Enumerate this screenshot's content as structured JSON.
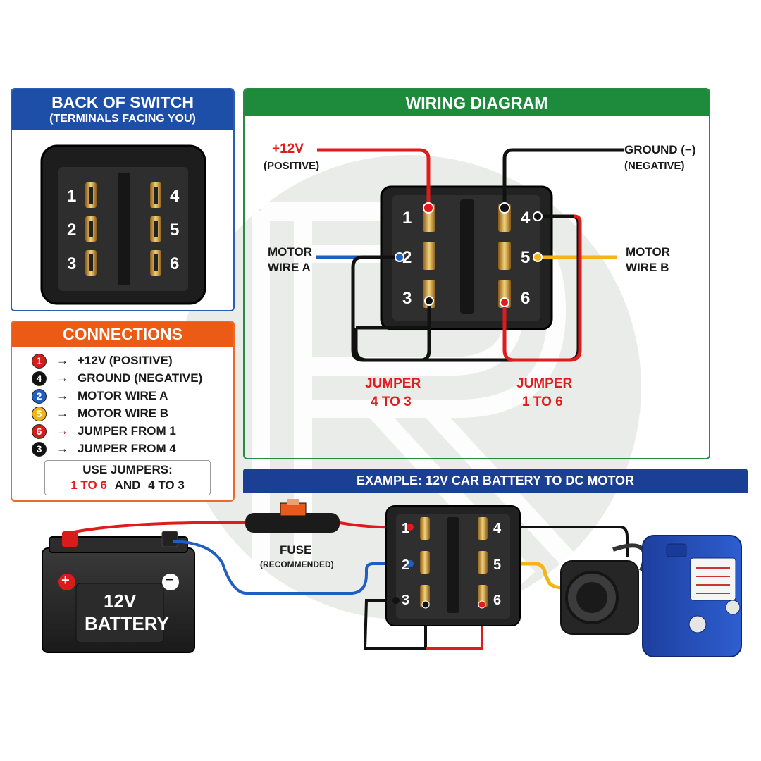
{
  "back_of_switch": {
    "title": "BACK OF SWITCH",
    "subtitle": "(TERMINALS FACING YOU)",
    "terminals": [
      "1",
      "2",
      "3",
      "4",
      "5",
      "6"
    ]
  },
  "wiring_diagram": {
    "title": "WIRING DIAGRAM",
    "plus12": "+12V",
    "positive": "(POSITIVE)",
    "ground": "GROUND (−)",
    "negative": "(NEGATIVE)",
    "motor_a_1": "MOTOR",
    "motor_a_2": "WIRE A",
    "motor_b_1": "MOTOR",
    "motor_b_2": "WIRE B",
    "jumper_left_1": "JUMPER",
    "jumper_left_2": "4 TO 3",
    "jumper_right_1": "JUMPER",
    "jumper_right_2": "1 TO 6",
    "terminals": [
      "1",
      "2",
      "3",
      "4",
      "5",
      "6"
    ]
  },
  "connections": {
    "title": "CONNECTIONS",
    "rows": [
      {
        "num": "1",
        "color": "#d81c1c",
        "text": "+12V (POSITIVE)"
      },
      {
        "num": "4",
        "color": "#111111",
        "text": "GROUND (NEGATIVE)"
      },
      {
        "num": "2",
        "color": "#1f5fc2",
        "text": "MOTOR WIRE A"
      },
      {
        "num": "5",
        "color": "#f2b417",
        "text": "MOTOR WIRE B"
      },
      {
        "num": "6",
        "color": "#d81c1c",
        "text": "JUMPER FROM 1"
      },
      {
        "num": "3",
        "color": "#111111",
        "text": "JUMPER FROM 4"
      }
    ],
    "arrow": "→",
    "use_jumpers": "USE JUMPERS:",
    "jumper_a": "1 TO 6",
    "and": "AND",
    "jumper_b": "4 TO 3"
  },
  "example": {
    "title": "EXAMPLE: 12V CAR BATTERY TO DC MOTOR",
    "fuse": "FUSE",
    "fuse_note": "(RECOMMENDED)",
    "battery_1": "12V",
    "battery_2": "BATTERY",
    "plus": "+",
    "minus": "−",
    "terminals": [
      "1",
      "2",
      "3",
      "4",
      "5",
      "6"
    ]
  },
  "colors": {
    "blue_header": "#1e4fa8",
    "green_header": "#1e8a3c",
    "orange_header": "#ec5b16",
    "navy_header": "#1b3f94",
    "wire_red": "#e01b1b",
    "wire_black": "#111111",
    "wire_blue": "#1f5fc2",
    "wire_yellow": "#f2b417"
  }
}
